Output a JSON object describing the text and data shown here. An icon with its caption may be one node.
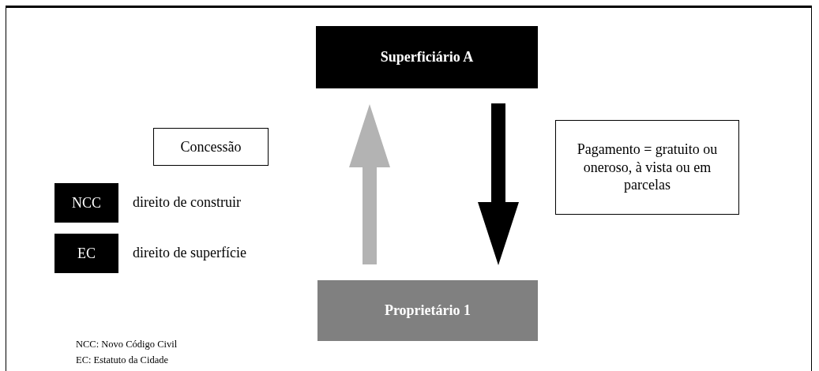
{
  "diagram": {
    "nodes": [
      {
        "text": [
          "Superficiário A"
        ]
      },
      {
        "text": [
          "Proprietário 1"
        ]
      },
      {
        "text": [
          "Concessão"
        ]
      },
      {
        "text": [
          "Pagamento = gratuito ou oneroso, à vista ou em parcelas"
        ]
      },
      {
        "text": [
          "NCC"
        ],
        "beside": [
          "direito de construir"
        ]
      },
      {
        "text": [
          "EC"
        ],
        "beside": [
          "direito de superfície"
        ]
      }
    ],
    "edges": [
      {
        "from": 1,
        "to": 0,
        "arrow": "to",
        "style": "thick",
        "color": "#b3b3b3"
      },
      {
        "from": 0,
        "to": 1,
        "arrow": "to",
        "style": "thick",
        "color": "#000000"
      }
    ],
    "labels": [
      "NCC: Novo Código Civil",
      "EC: Estatuto da Cidade"
    ]
  }
}
